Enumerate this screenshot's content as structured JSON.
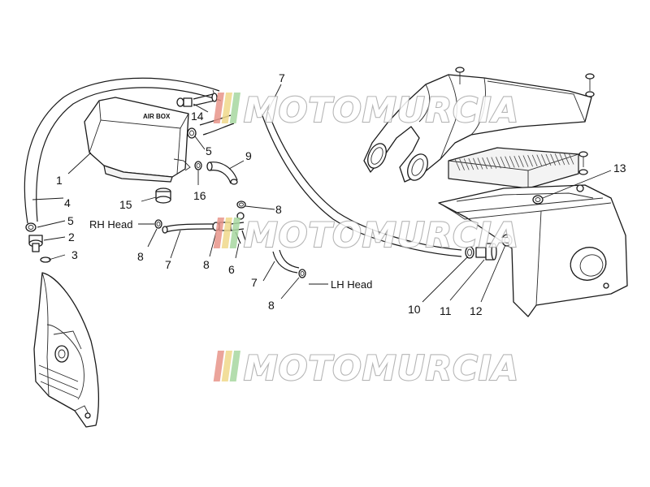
{
  "diagram": {
    "airbox_label": "AIR BOX",
    "head_labels": {
      "rh": "RH Head",
      "lh": "LH Head"
    },
    "watermark": {
      "text": "MOTOMURCIA",
      "stripe_colors": [
        "#e8958a",
        "#f0d98a",
        "#a8d8a0"
      ]
    },
    "callouts": {
      "c1": "1",
      "c2": "2",
      "c3": "3",
      "c4": "4",
      "c5a": "5",
      "c5b": "5",
      "c6": "6",
      "c7a": "7",
      "c7b": "7",
      "c7c": "7",
      "c8a": "8",
      "c8b": "8",
      "c8c": "8",
      "c8d": "8",
      "c9": "9",
      "c10": "10",
      "c11": "11",
      "c12": "12",
      "c13": "13",
      "c14": "14",
      "c15": "15",
      "c16": "16"
    }
  }
}
